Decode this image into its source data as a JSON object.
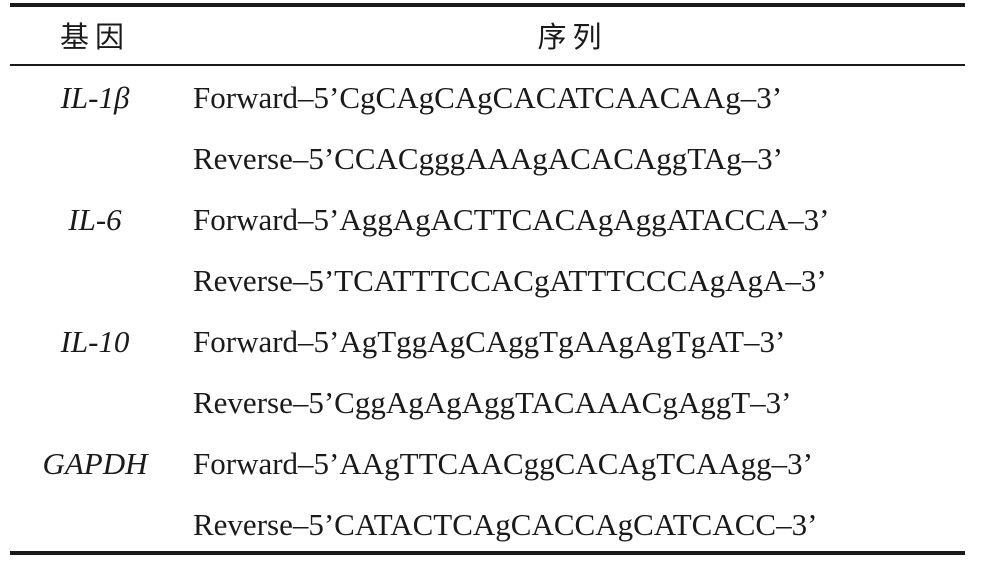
{
  "table": {
    "headers": {
      "gene": "基因",
      "sequence": "序列"
    },
    "rows": [
      {
        "gene": "IL-1β",
        "sequence": "Forward–5’CgCAgCAgCACATCAACAAg–3’"
      },
      {
        "gene": "",
        "sequence": "Reverse–5’CCACgggAAAgACACAggTAg–3’"
      },
      {
        "gene": "IL-6",
        "sequence": "Forward–5’AggAgACTTCACAgAggATACCA–3’"
      },
      {
        "gene": "",
        "sequence": "Reverse–5’TCATTTCCACgATTTCCCAgAgA–3’"
      },
      {
        "gene": "IL-10",
        "sequence": "Forward–5’AgTggAgCAggTgAAgAgTgAT–3’"
      },
      {
        "gene": "",
        "sequence": "Reverse–5’CggAgAgAggTACAAACgAggT–3’"
      },
      {
        "gene": "GAPDH",
        "sequence": "Forward–5’AAgTTCAACggCACAgTCAAgg–3’"
      },
      {
        "gene": "",
        "sequence": "Reverse–5’CATACTCAgCACCAgCATCACC–3’"
      }
    ]
  }
}
